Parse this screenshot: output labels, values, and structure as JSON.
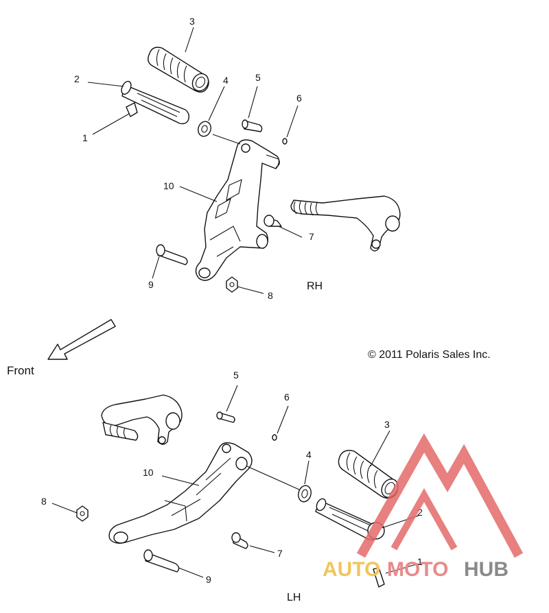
{
  "rh_section": {
    "side_label": "RH",
    "callouts": [
      "3",
      "2",
      "1",
      "4",
      "5",
      "6",
      "10",
      "7",
      "9",
      "8"
    ]
  },
  "lh_section": {
    "side_label": "LH",
    "callouts": [
      "5",
      "6",
      "3",
      "4",
      "2",
      "1",
      "10",
      "8",
      "7",
      "9"
    ]
  },
  "front_label": "Front",
  "copyright": "© 2011 Polaris Sales Inc.",
  "watermark": {
    "text_auto": "AUTO",
    "text_moto": "MOTO",
    "text_hub": "HUB",
    "color_auto": "#f2c55c",
    "color_moto": "#e88a8a",
    "color_hub": "#8a8a8a",
    "triangle_color": "#e46a6a"
  }
}
